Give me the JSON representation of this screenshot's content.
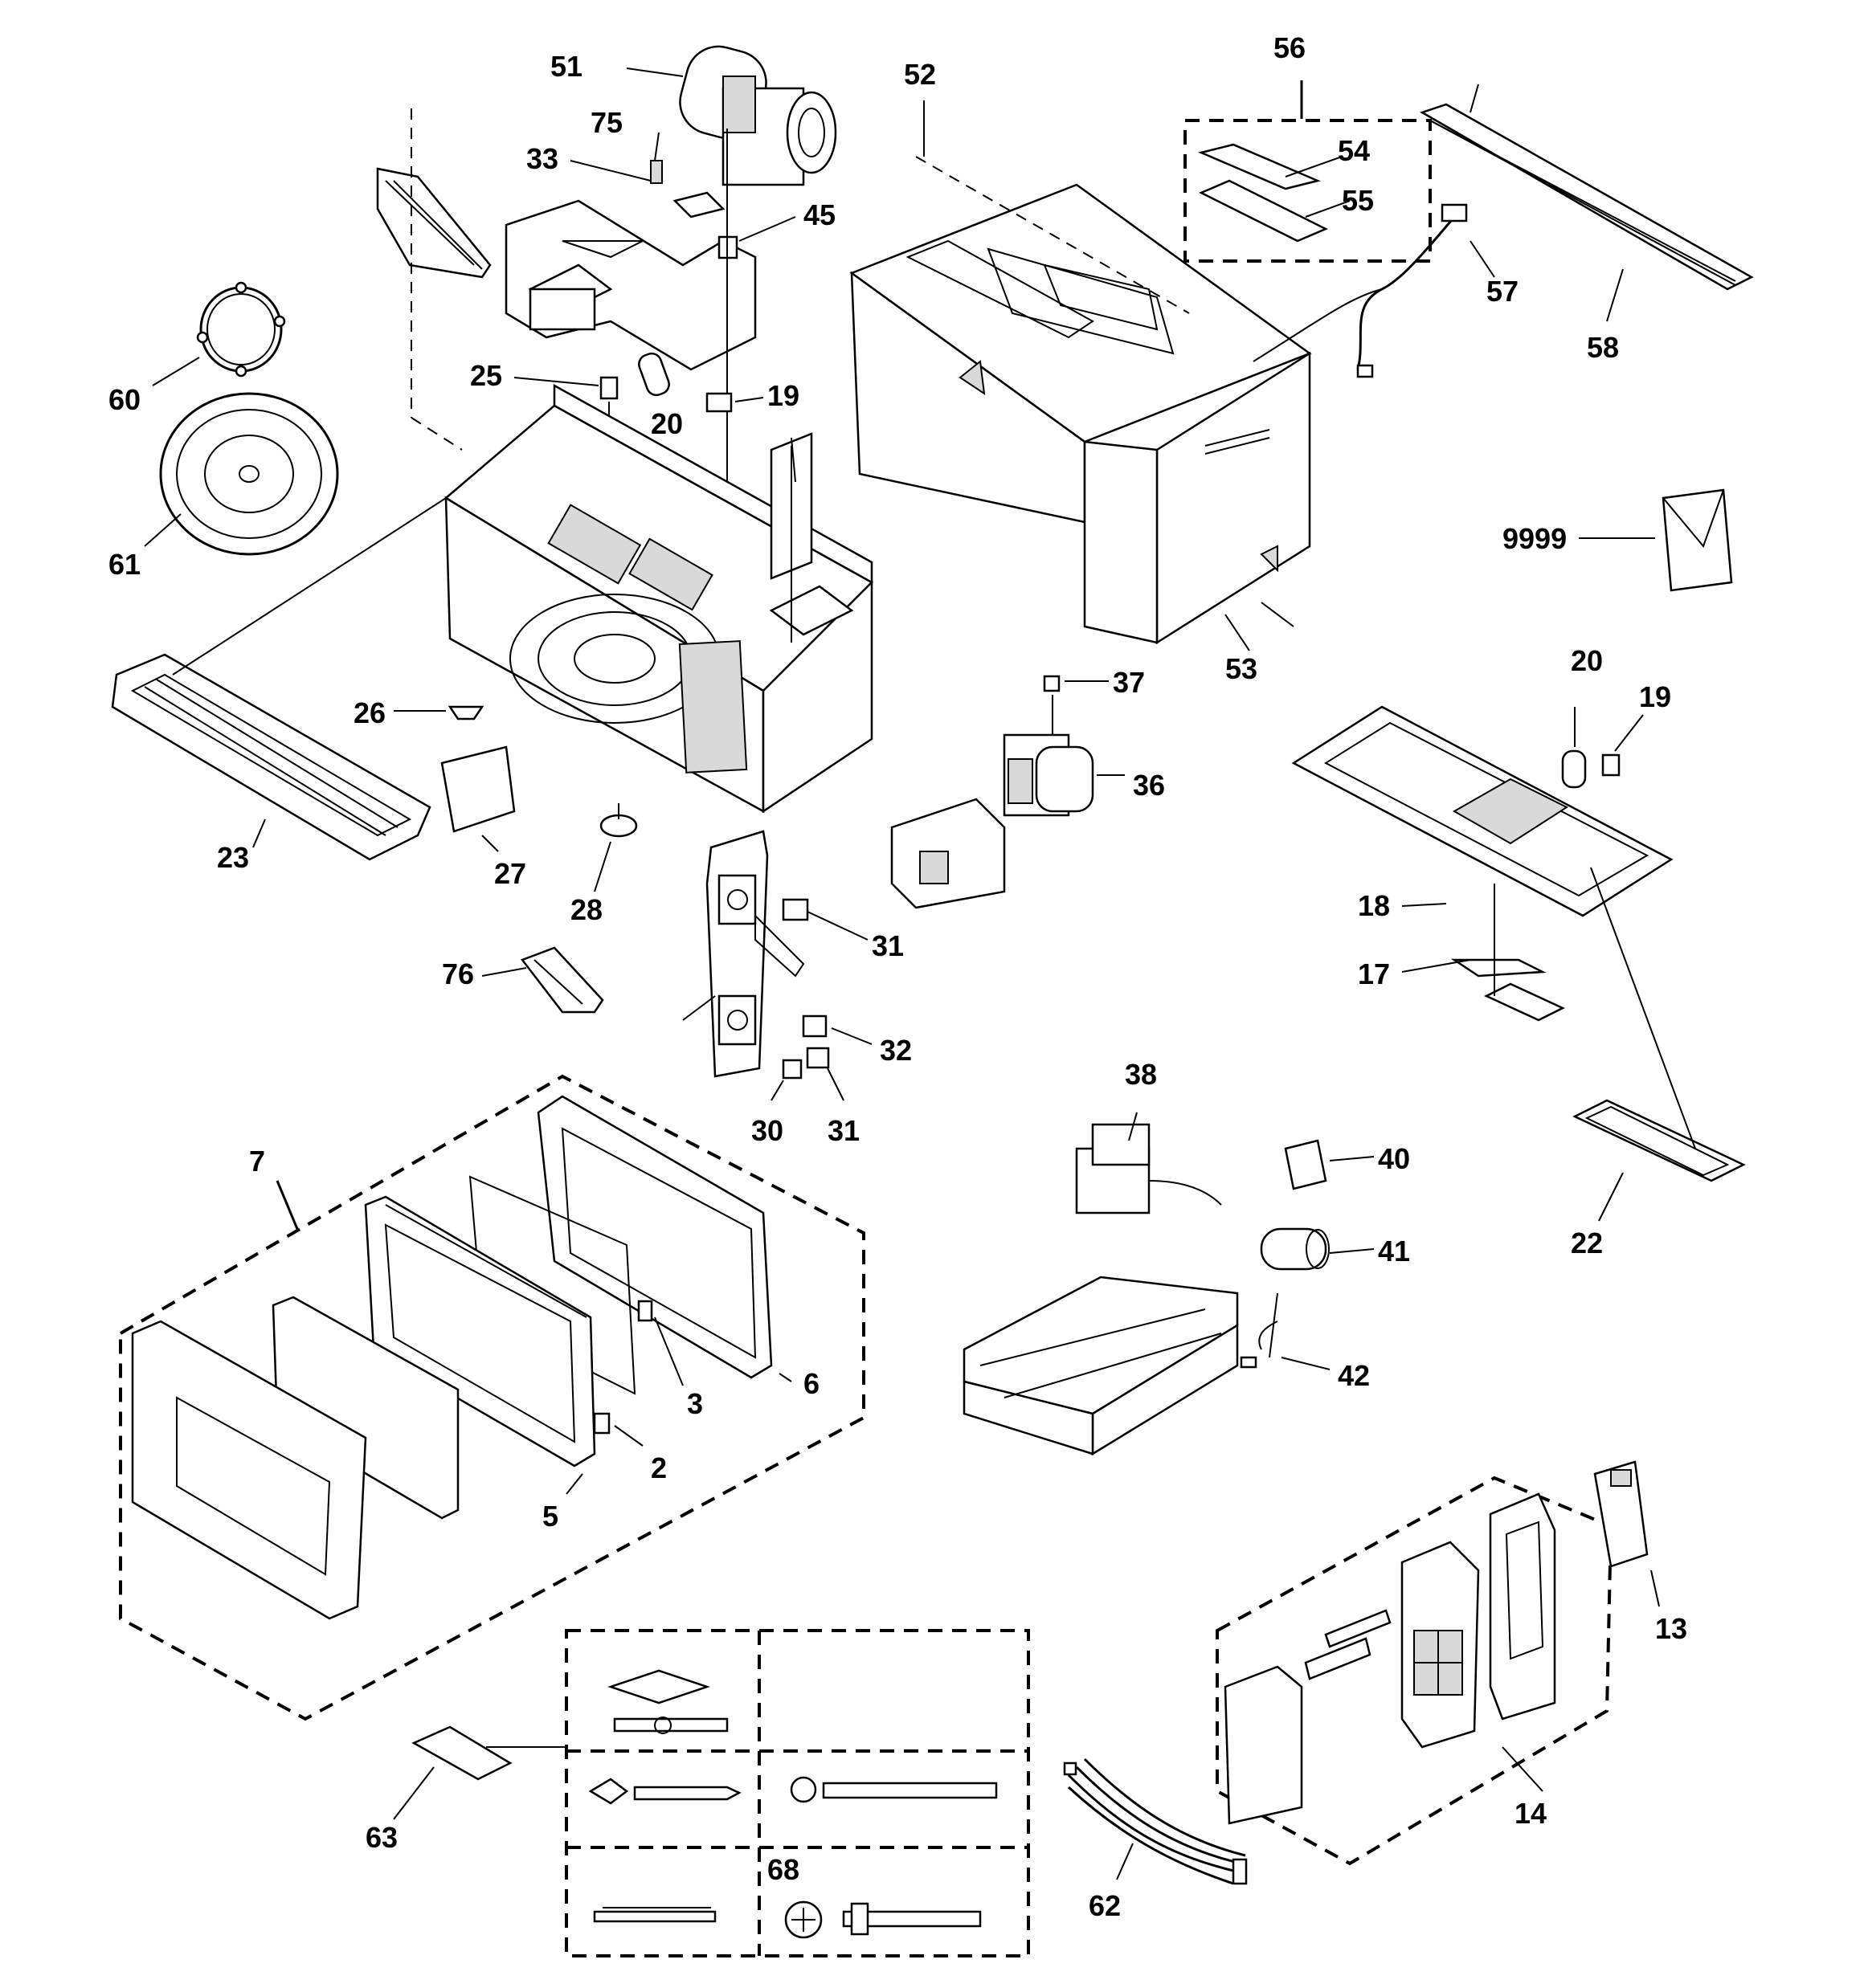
{
  "labels": {
    "p2": "2",
    "p3": "3",
    "p5": "5",
    "p6": "6",
    "p7": "7",
    "p13": "13",
    "p14": "14",
    "p17": "17",
    "p18": "18",
    "p19a": "19",
    "p19b": "19",
    "p20a": "20",
    "p20b": "20",
    "p22": "22",
    "p23": "23",
    "p25": "25",
    "p26": "26",
    "p27": "27",
    "p28": "28",
    "p30": "30",
    "p31a": "31",
    "p31b": "31",
    "p32": "32",
    "p33": "33",
    "p36": "36",
    "p37": "37",
    "p38": "38",
    "p40": "40",
    "p41": "41",
    "p42": "42",
    "p45": "45",
    "p51": "51",
    "p52": "52",
    "p53": "53",
    "p54": "54",
    "p55": "55",
    "p56": "56",
    "p57": "57",
    "p58": "58",
    "p60": "60",
    "p61": "61",
    "p62": "62",
    "p63": "63",
    "p68": "68",
    "p75": "75",
    "p76": "76",
    "p9999": "9999"
  }
}
